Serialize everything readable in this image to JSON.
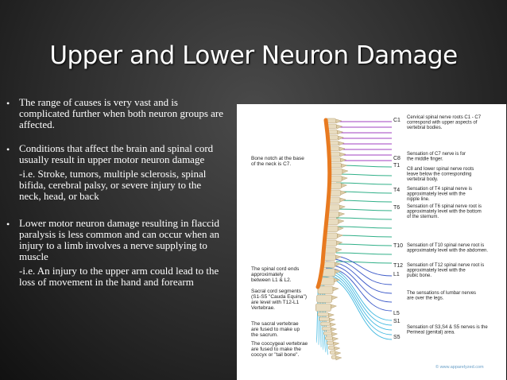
{
  "slide": {
    "title": "Upper and Lower Neuron Damage"
  },
  "bullets": [
    {
      "text": "The range of causes is very vast and is complicated further when both neuron groups are affected."
    },
    {
      "text": "Conditions that affect the brain and spinal cord usually result in upper motor neuron damage",
      "sub": "-i.e. Stroke, tumors, multiple sclerosis, spinal bifida, cerebral palsy, or severe injury to the neck, head, or back"
    },
    {
      "text": "Lower motor neuron damage resulting in flaccid paralysis is less common and can occur when an injury to a limb involves a nerve supplying to muscle",
      "sub": "-i.e. An injury to the upper arm could lead to the loss of movement in the hand and forearm"
    }
  ],
  "figure": {
    "levels": {
      "c1": "C1",
      "c8": "C8",
      "t1": "T1",
      "t4": "T4",
      "t6": "T6",
      "t10": "T10",
      "t12": "T12",
      "l1": "L1",
      "l5": "L5",
      "s1": "S1",
      "s5": "S5"
    },
    "left_notes": {
      "bone_notch": [
        "Bone notch at the base",
        "of the neck is C7."
      ],
      "cord_ends": [
        "The spinal cord ends",
        "approximately",
        "between L1 & L2."
      ],
      "sacral_segments": [
        "Sacral cord segments",
        "(S1-S5 \"Cauda Equina\")",
        "are level with T12-L1",
        "Vertebrae."
      ],
      "sacral_vertebrae": [
        "The sacral vertebrae",
        "are fused to make up",
        "the sacrum."
      ],
      "coccygeal": [
        "The coccygeal vertebrae",
        "are fused to make the",
        "coccyx or \"tail bone\"."
      ]
    },
    "right_notes": {
      "cervical": [
        "Cervical spinal nerve roots C1 - C7",
        "correspond with upper aspects of",
        "vertebral bodies."
      ],
      "c7": [
        "Sensation of C7 nerve is for",
        "the middle finger."
      ],
      "c8": [
        "C8 and lower spinal nerve roots",
        "leave below the corresponding",
        "vertebral body."
      ],
      "t4": [
        "Sensation of T4 spinal nerve is",
        "approximately level with the",
        "nipple line."
      ],
      "t6": [
        "Sensation of T6 spinal nerve root is",
        "approximately level with the bottom",
        "of the sternum."
      ],
      "t10": [
        "Sensation of T10 spinal nerve root is",
        "approximately level with the abdomen."
      ],
      "t12": [
        "Sensation of T12 spinal nerve root is",
        "approximately level with the",
        "pubic bone."
      ],
      "lumbar": [
        "The sensations of lumbar nerves",
        "are over the legs."
      ],
      "sacral": [
        "Sensation of S3,S4 & S5 nerves is the",
        "Perineal (genital) area."
      ]
    },
    "watermark": "© www.apparelyzed.com",
    "colors": {
      "cervical": "#a040c0",
      "thoracic": "#30b088",
      "lumbar": "#3a58c8",
      "sacral": "#40b8e0",
      "cord": "#e87a20"
    }
  }
}
